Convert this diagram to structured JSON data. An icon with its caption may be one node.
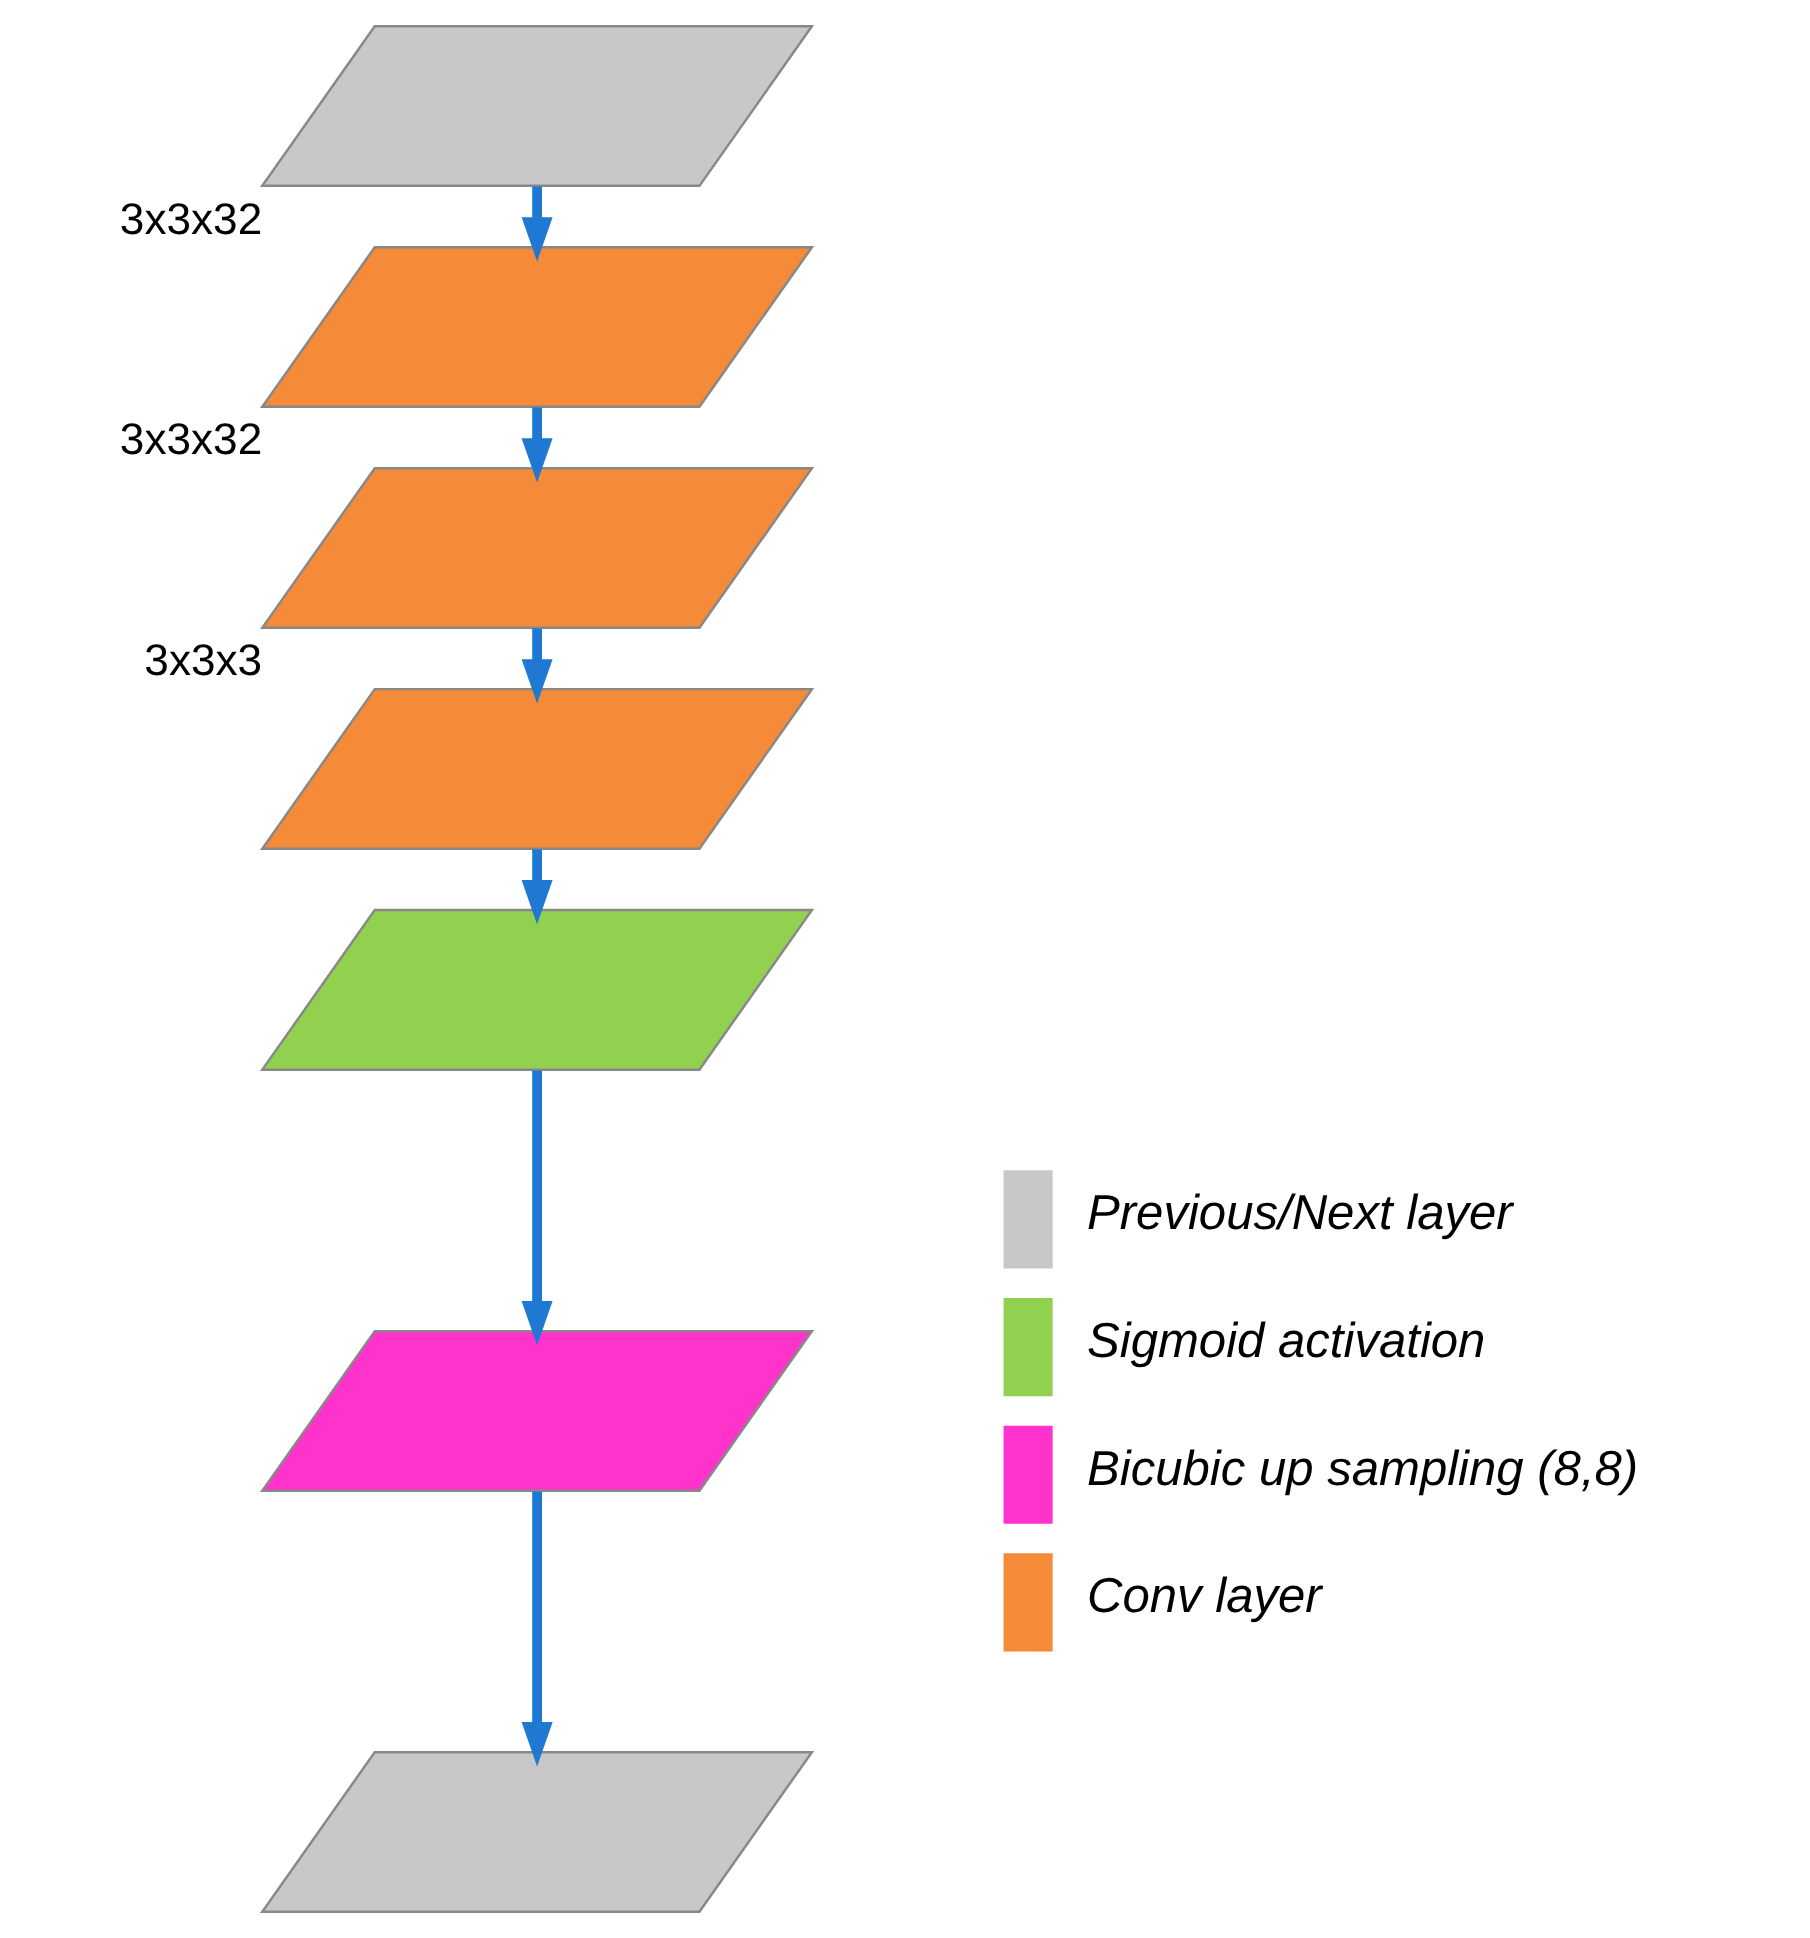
{
  "diagram": {
    "nodes": [
      {
        "text": [],
        "shape": "parallelogram"
      },
      {
        "text": [],
        "shape": "parallelogram",
        "beside": [
          "3x3x32"
        ]
      },
      {
        "text": [],
        "shape": "parallelogram",
        "beside": [
          "3x3x32"
        ]
      },
      {
        "text": [],
        "shape": "parallelogram",
        "beside": [
          "3x3x3"
        ]
      },
      {
        "text": [],
        "shape": "parallelogram"
      },
      {
        "text": [],
        "shape": "parallelogram"
      },
      {
        "text": [],
        "shape": "parallelogram"
      }
    ],
    "edges": [
      {
        "from": 0,
        "to": 1,
        "arrow": "to"
      },
      {
        "from": 1,
        "to": 2,
        "arrow": "to"
      },
      {
        "from": 2,
        "to": 3,
        "arrow": "to"
      },
      {
        "from": 3,
        "to": 4,
        "arrow": "to"
      },
      {
        "from": 4,
        "to": 5,
        "arrow": "to"
      },
      {
        "from": 5,
        "to": 6,
        "arrow": "to"
      }
    ],
    "legend": [
      {
        "text": "Previous/Next layer",
        "color": "#c8c8c8"
      },
      {
        "text": "Sigmoid activation",
        "color": "#92d050"
      },
      {
        "text": "Bicubic up sampling (8,8)",
        "color": "#ff33cc"
      },
      {
        "text": "Conv layer",
        "color": "#f58a38"
      }
    ]
  }
}
